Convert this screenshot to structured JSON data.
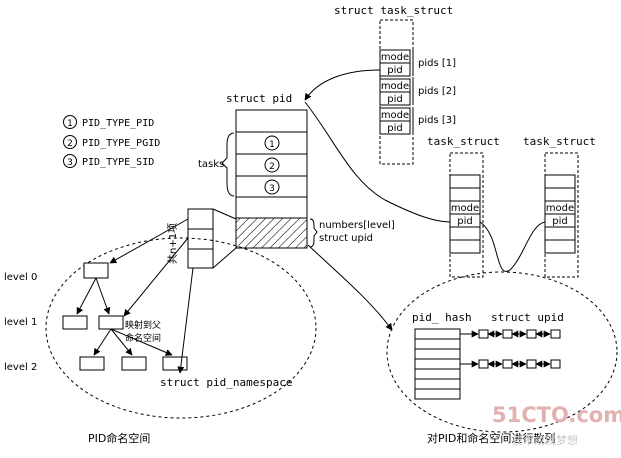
{
  "labels": {
    "struct_task_struct": "struct task_struct",
    "struct_pid": "struct pid",
    "task_struct_1": "task_struct",
    "task_struct_2": "task_struct",
    "mode": "mode",
    "pid": "pid",
    "pids_1": "pids [1]",
    "pids_2": "pids [2]",
    "pids_3": "pids [3]",
    "tasks": "tasks",
    "numbers": "numbers[level]",
    "struct_upid": "struct upid",
    "pid_hash": "pid_ hash",
    "struct_upid_2": "struct upid",
    "level0": "level 0",
    "level1": "level 1",
    "level2": "level 2",
    "struct_pid_namespace": "struct pid_namespace",
    "mapped_to_parent_1": "映射到父",
    "mapped_to_parent_2": "命名空间",
    "n_plus_1_items": "共n+1项",
    "caption_left": "PID命名空间",
    "caption_right": "对PID和命名空间进行散列",
    "watermark_main": "51CTO.com",
    "watermark_sub": "技术成就梦想"
  },
  "legend": [
    {
      "num": "1",
      "label": "PID_TYPE_PID"
    },
    {
      "num": "2",
      "label": "PID_TYPE_PGID"
    },
    {
      "num": "3",
      "label": "PID_TYPE_SID"
    }
  ],
  "tasks_slots": [
    "1",
    "2",
    "3"
  ]
}
